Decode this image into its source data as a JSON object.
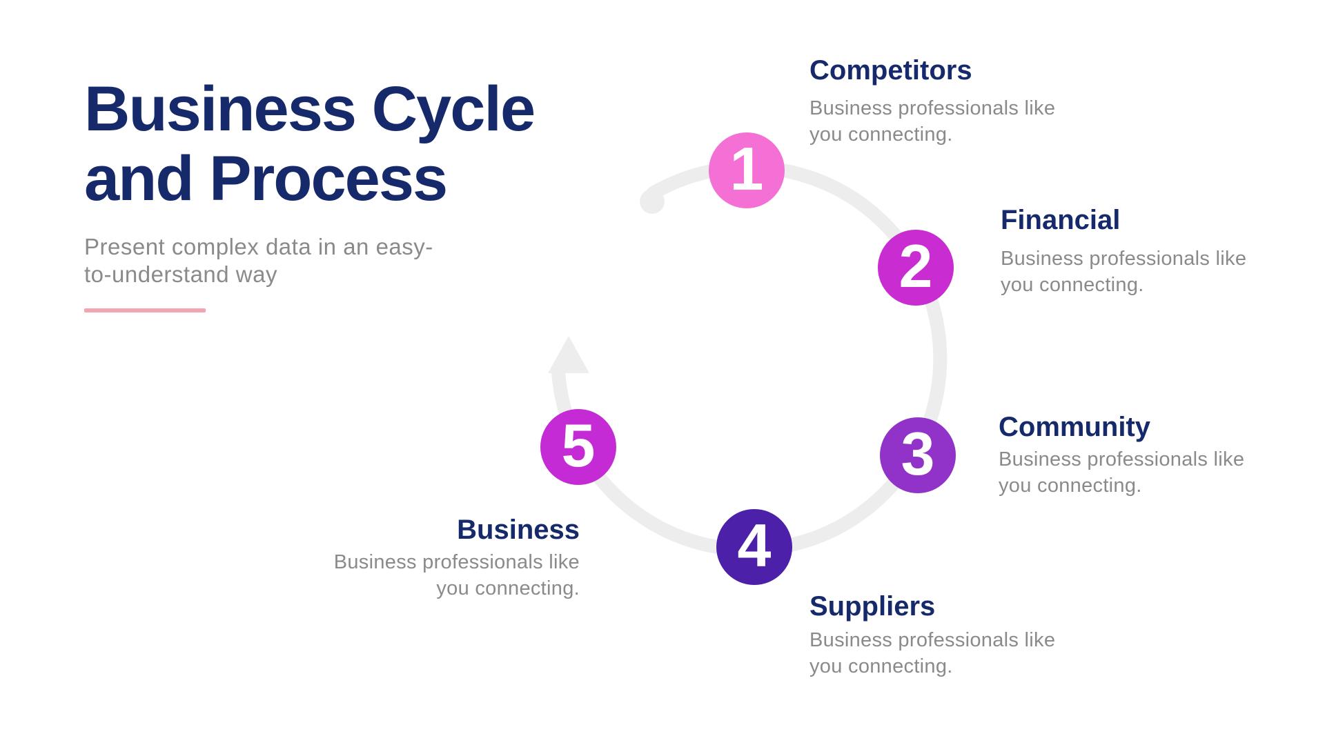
{
  "header": {
    "title_line1": "Business Cycle",
    "title_line2": "and Process",
    "subtitle_line1": "Present complex data in an easy-",
    "subtitle_line2": "to-understand way",
    "title_color": "#16296B",
    "subtitle_color": "#8A8A8A",
    "accent_color": "#F2A4B0"
  },
  "cycle": {
    "ring_color": "#EDEDED",
    "steps": [
      {
        "number": "1",
        "title": "Competitors",
        "desc_line1": "Business professionals like",
        "desc_line2": "you connecting.",
        "color": "#F570D4"
      },
      {
        "number": "2",
        "title": "Financial",
        "desc_line1": "Business professionals like",
        "desc_line2": "you connecting.",
        "color": "#C92DD1"
      },
      {
        "number": "3",
        "title": "Community",
        "desc_line1": "Business professionals like",
        "desc_line2": "you connecting.",
        "color": "#9132C9"
      },
      {
        "number": "4",
        "title": "Suppliers",
        "desc_line1": "Business professionals like",
        "desc_line2": "you connecting.",
        "color": "#4C20A8"
      },
      {
        "number": "5",
        "title": "Business",
        "desc_line1": "Business professionals like",
        "desc_line2": "you connecting.",
        "color": "#C42BD4"
      }
    ]
  }
}
